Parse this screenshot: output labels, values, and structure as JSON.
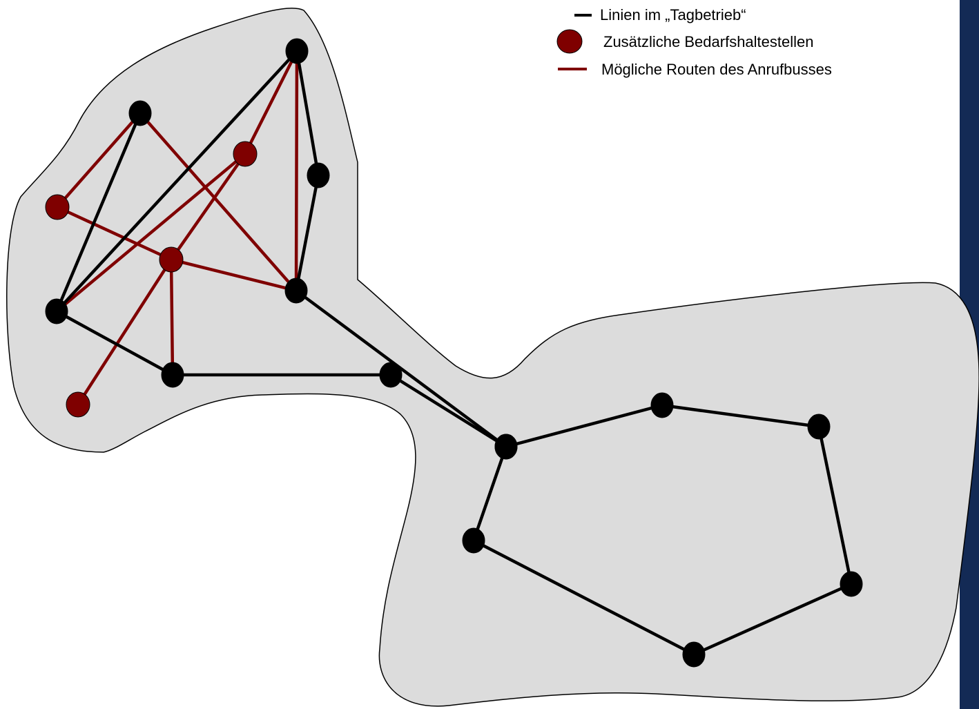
{
  "legend": {
    "lines_label": "Linien im „Tagbetrieb“",
    "stops_label": "Zusätzliche Bedarfshaltestellen",
    "routes_label": "Mögliche Routen des Anrufbusses"
  },
  "colors": {
    "region_fill": "#dcdcdc",
    "region_stroke": "#000000",
    "line": "#000000",
    "stop": "#000000",
    "demand_stop": "#7f0000",
    "demand_route": "#7f0000",
    "right_bar": "#132a55"
  },
  "network": {
    "stops": [
      {
        "id": "A",
        "type": "regular"
      },
      {
        "id": "B",
        "type": "regular"
      },
      {
        "id": "C",
        "type": "regular"
      },
      {
        "id": "D",
        "type": "regular"
      },
      {
        "id": "E",
        "type": "regular"
      },
      {
        "id": "F",
        "type": "regular"
      },
      {
        "id": "G",
        "type": "regular"
      },
      {
        "id": "H",
        "type": "regular"
      },
      {
        "id": "I",
        "type": "regular"
      },
      {
        "id": "J",
        "type": "regular"
      },
      {
        "id": "K",
        "type": "regular"
      },
      {
        "id": "L",
        "type": "regular"
      },
      {
        "id": "M",
        "type": "regular"
      },
      {
        "id": "N",
        "type": "regular"
      },
      {
        "id": "R1",
        "type": "demand"
      },
      {
        "id": "R2",
        "type": "demand"
      },
      {
        "id": "R3",
        "type": "demand"
      },
      {
        "id": "R4",
        "type": "demand"
      }
    ],
    "lines": [
      [
        "A",
        "B"
      ],
      [
        "B",
        "E"
      ],
      [
        "B",
        "C"
      ],
      [
        "C",
        "D"
      ],
      [
        "D",
        "F"
      ],
      [
        "E",
        "G"
      ],
      [
        "G",
        "H"
      ],
      [
        "H",
        "F"
      ],
      [
        "H",
        "I"
      ],
      [
        "I",
        "J"
      ],
      [
        "J",
        "K"
      ],
      [
        "K",
        "L"
      ],
      [
        "L",
        "M"
      ],
      [
        "M",
        "N"
      ],
      [
        "N",
        "I"
      ]
    ],
    "routes": [
      [
        "A",
        "R1"
      ],
      [
        "A",
        "F"
      ],
      [
        "R1",
        "R2"
      ],
      [
        "R2",
        "F"
      ],
      [
        "R2",
        "E"
      ],
      [
        "R2",
        "R3"
      ],
      [
        "R3",
        "B"
      ],
      [
        "R2",
        "R4"
      ],
      [
        "C",
        "R3"
      ],
      [
        "C",
        "F"
      ]
    ]
  }
}
